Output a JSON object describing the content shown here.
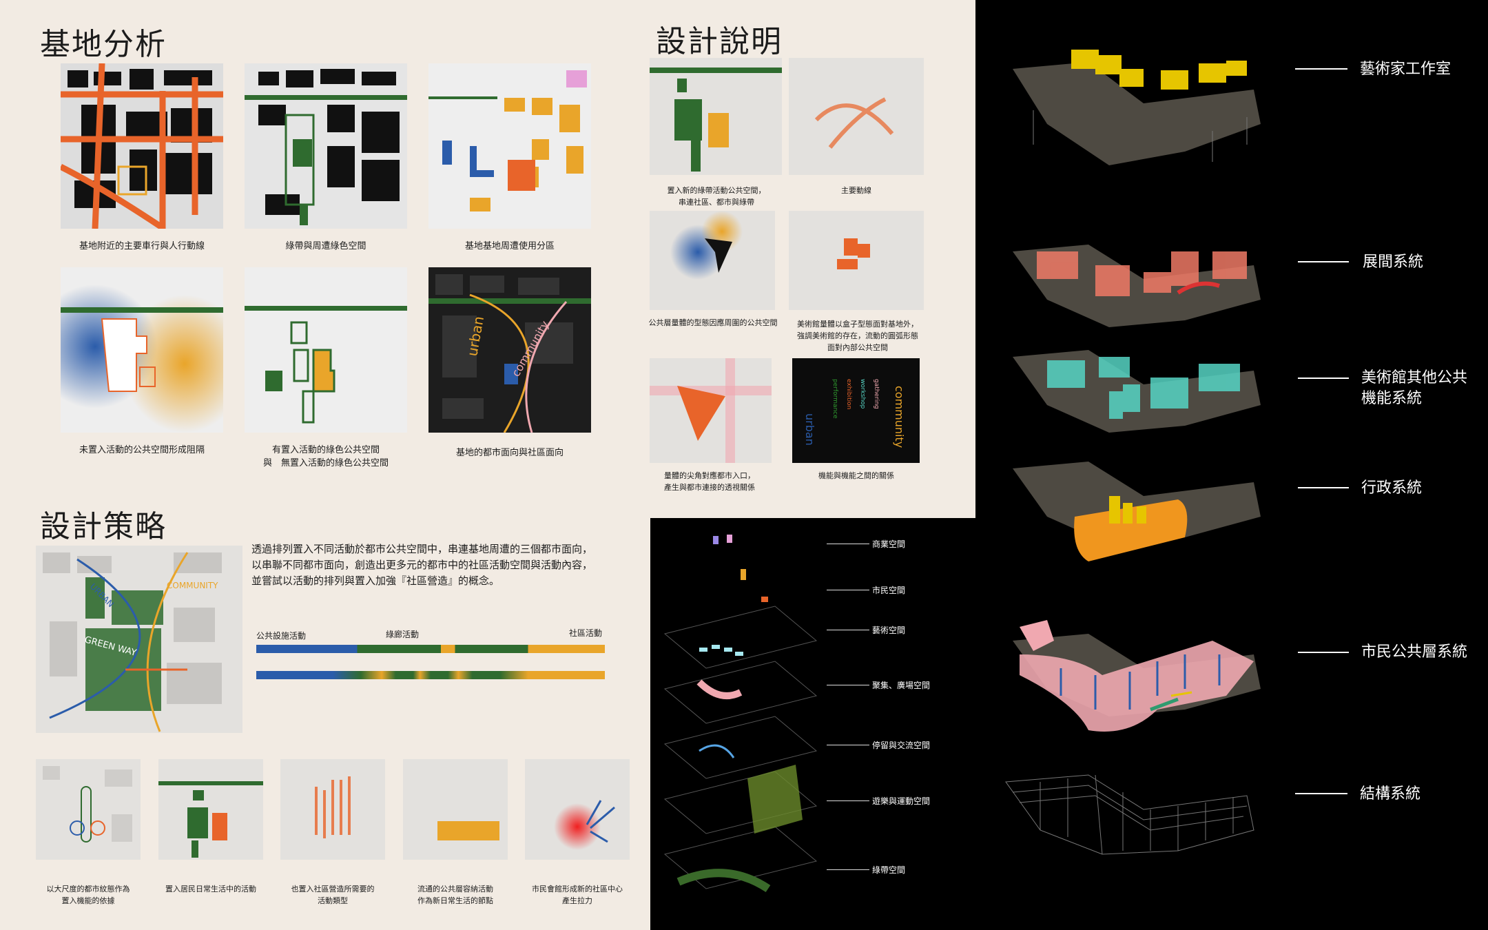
{
  "site_analysis": {
    "title": "基地分析",
    "captions": [
      "基地附近的主要車行與人行動線",
      "綠帶與周遭綠色空間",
      "基地基地周遭使用分區",
      "未置入活動的公共空間形成阻隔",
      "有置入活動的綠色公共空間\n與　無置入活動的綠色公共空間",
      "基地的都市面向與社區面向"
    ],
    "map_words": [
      "urban",
      "community"
    ]
  },
  "design_notes": {
    "title": "設計說明",
    "captions": [
      "置入新的綠帶活動公共空間，\n串連社區、都市與綠帶",
      "主要動線",
      "公共層量體的型態因應周圍的公共空間",
      "美術館量體以盒子型態面對基地外，\n強調美術館的存在，流動的圓弧形態\n面對內部公共空間",
      "量體的尖角對應都市入口，\n產生與都市連接的透視關係",
      "機能與機能之間的關係"
    ]
  },
  "design_strategy": {
    "title": "設計策略",
    "paragraph": "透過排列置入不同活動於都市公共空間中，串連基地周遭的三個都市面向，\n以串聯不同都市面向，創造出更多元的都市中的社區活動空間與活動內容，\n並嘗試以活動的排列與置入加強『社區營造』的概念。",
    "map_words": [
      "URBAN",
      "COMMUNITY",
      "GREEN WAY"
    ],
    "bar_labels": [
      "公共設施活動",
      "綠廊活動",
      "社區活動"
    ],
    "captions": [
      "以大尺度的都市紋態作為\n置入機能的依據",
      "置入居民日常生活中的活動",
      "也置入社區營造所需要的\n活動類型",
      "流通的公共層容納活動\n作為新日常生活的節點",
      "市民會館形成新的社區中心\n產生拉力"
    ]
  },
  "activity_layers": [
    "商業空間",
    "市民空間",
    "藝術空間",
    "聚集、廣場空間",
    "停留與交流空間",
    "遊樂與運動空間",
    "綠帶空間"
  ],
  "systems": [
    "藝術家工作室",
    "展間系統",
    "美術館其他公共\n機能系統",
    "行政系統",
    "市民公共層系統",
    "結構系統"
  ],
  "colors": {
    "orange": "#e8642a",
    "green": "#2f6b2f",
    "blue": "#2b5caa",
    "yellow": "#e9a52a",
    "cream": "#f2ebe3",
    "salmon": "#ef7a66",
    "teal": "#56d4c4",
    "pink": "#f0a8b0"
  }
}
